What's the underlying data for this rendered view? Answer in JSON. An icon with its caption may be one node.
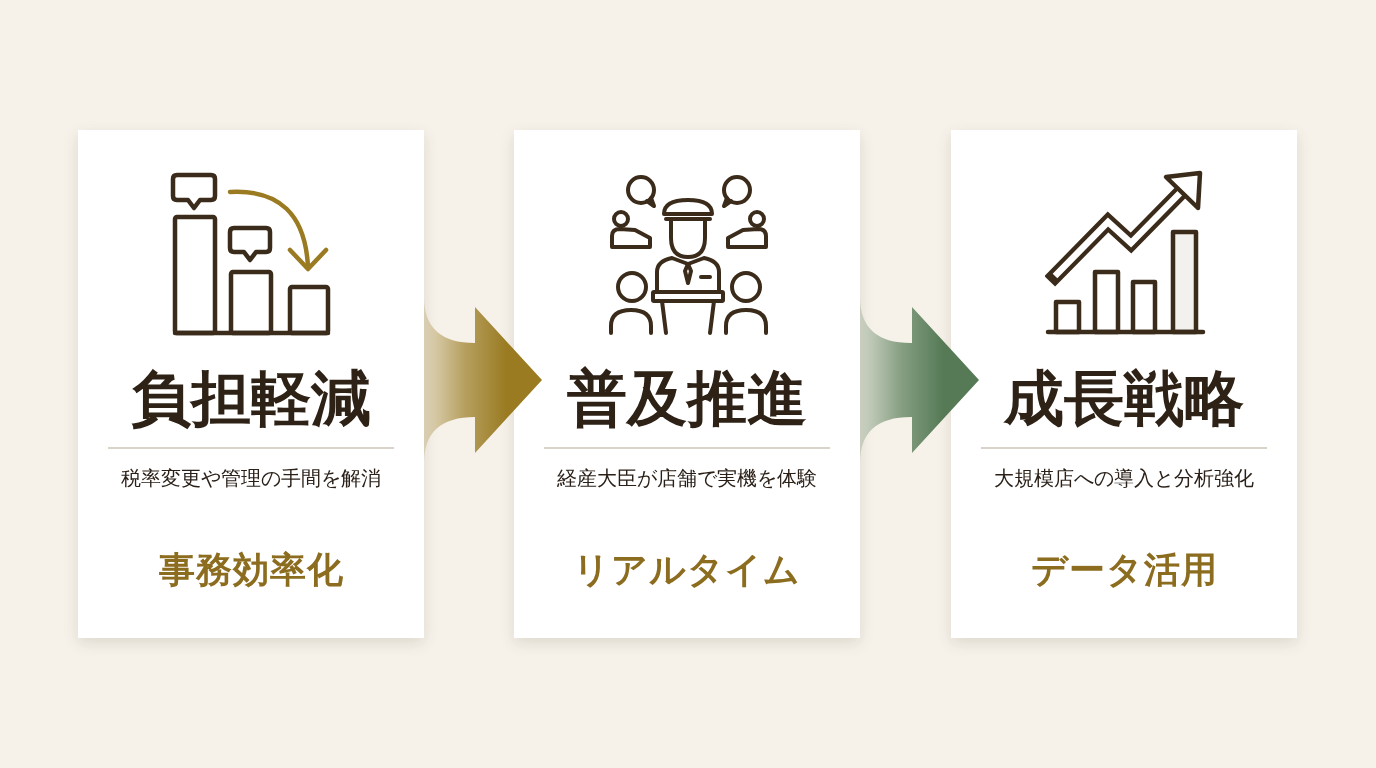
{
  "diagram": {
    "nodes": [
      {
        "text": [
          "負担軽減",
          "税率変更や管理の手間を解消",
          "事務効率化"
        ]
      },
      {
        "text": [
          "普及推進",
          "経産大臣が店舗で実機を体験",
          "リアルタイム"
        ]
      },
      {
        "text": [
          "成長戦略",
          "大規模店への導入と分析強化",
          "データ活用"
        ]
      }
    ],
    "edges": [
      {
        "from": 0,
        "to": 1,
        "arrow": "to",
        "color": "#9a7b22"
      },
      {
        "from": 1,
        "to": 2,
        "arrow": "to",
        "color": "#557a55"
      }
    ]
  }
}
